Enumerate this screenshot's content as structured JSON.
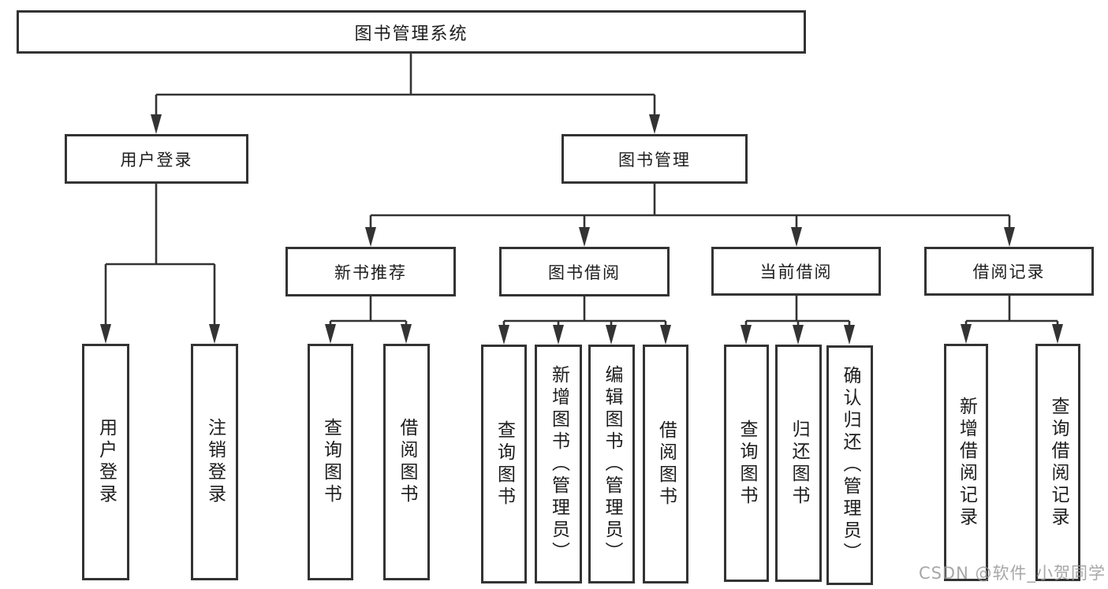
{
  "diagram_title": "图书管理系统",
  "watermark": "CSDN @软件_小贺同学",
  "colors": {
    "line": "#333333",
    "text": "#1d1d1d",
    "box_background": "#ffffff",
    "watermark": "#989898"
  },
  "tree": {
    "label": "图书管理系统",
    "children": [
      {
        "label": "用户登录",
        "children": [
          {
            "label": "用户登录"
          },
          {
            "label": "注销登录"
          }
        ]
      },
      {
        "label": "图书管理",
        "children": [
          {
            "label": "新书推荐",
            "children": [
              {
                "label": "查询图书"
              },
              {
                "label": "借阅图书"
              }
            ]
          },
          {
            "label": "图书借阅",
            "children": [
              {
                "label": "查询图书"
              },
              {
                "label": "新增图书（管理员）"
              },
              {
                "label": "编辑图书（管理员）"
              },
              {
                "label": "借阅图书"
              }
            ]
          },
          {
            "label": "当前借阅",
            "children": [
              {
                "label": "查询图书"
              },
              {
                "label": "归还图书"
              },
              {
                "label": "确认归还（管理员）"
              }
            ]
          },
          {
            "label": "借阅记录",
            "children": [
              {
                "label": "新增借阅记录"
              },
              {
                "label": "查询借阅记录"
              }
            ]
          }
        ]
      }
    ]
  }
}
